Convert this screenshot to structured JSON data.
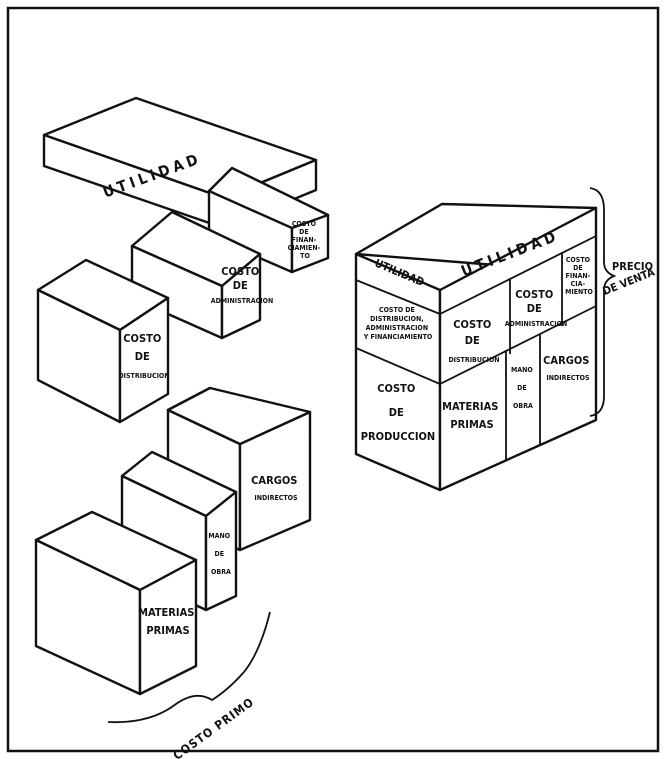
{
  "left_stack": {
    "utilidad": "UTILIDAD",
    "costo_financiamiento": [
      "COSTO",
      "DE",
      "FINAN-",
      "CIAMIEN-",
      "TO"
    ],
    "costo_administracion": [
      "COSTO",
      "DE",
      "ADMINISTRACION"
    ],
    "costo_distribucion": [
      "COSTO",
      "DE",
      "DISTRIBUCION"
    ],
    "cargos_indirectos": [
      "CARGOS",
      "INDIRECTOS"
    ],
    "mano_de_obra": [
      "MANO",
      "DE",
      "OBRA"
    ],
    "materias_primas": [
      "MATERIAS",
      "PRIMAS"
    ],
    "costo_primo": "COSTO PRIMO"
  },
  "right_block": {
    "top_label": "UTILIDAD",
    "front_left_utilidad": "UTILIDAD",
    "front_left_gastos": [
      "COSTO DE",
      "DISTRIBUCION,",
      "ADMINISTRACION",
      "Y FINANCIAMIENTO"
    ],
    "front_left_produccion": [
      "COSTO",
      "DE",
      "PRODUCCION"
    ],
    "side_distribucion": [
      "COSTO",
      "DE",
      "DISTRIBUCION"
    ],
    "side_administracion": [
      "COSTO",
      "DE",
      "ADMINISTRACION"
    ],
    "side_financiamiento": [
      "COSTO",
      "DE",
      "FINAN-",
      "CIA-",
      "MIENTO"
    ],
    "side_materias": [
      "MATERIAS",
      "PRIMAS"
    ],
    "side_mano": [
      "MANO",
      "DE",
      "OBRA"
    ],
    "side_cargos": [
      "CARGOS",
      "INDIRECTOS"
    ],
    "precio_venta": [
      "PRECIO",
      "DE VENTA"
    ]
  }
}
